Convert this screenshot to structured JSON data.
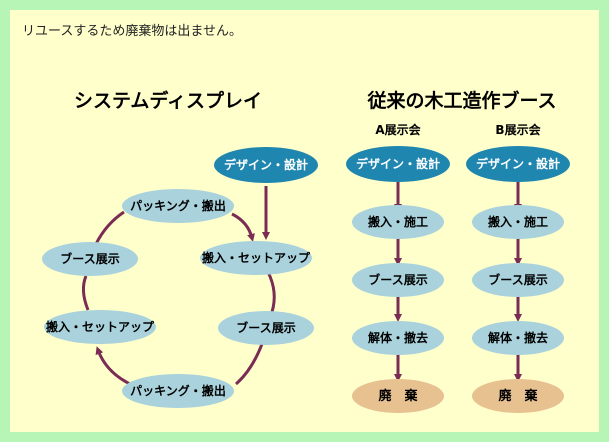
{
  "intro_text": "リユースするため廃棄物は出ません。",
  "colors": {
    "outer_bg": "#b6f5b6",
    "panel_bg": "#ffffcc",
    "design_node": "#1f86b0",
    "process_node": "#a9d2dc",
    "disposal_node": "#e8c191",
    "arrow": "#7a2c54"
  },
  "system_display": {
    "title": "システムディスプレイ",
    "nodes": {
      "design": "デザイン・設計",
      "packing_top": "パッキング・搬出",
      "booth_left": "ブース展示",
      "setup_right": "搬入・セットアップ",
      "setup_left": "搬入・セットアップ",
      "booth_right": "ブース展示",
      "packing_bottom": "パッキング・搬出"
    }
  },
  "conventional": {
    "title": "従来の木工造作ブース",
    "columns": [
      {
        "header": "A展示会",
        "steps": [
          "デザイン・設計",
          "搬入・施工",
          "ブース展示",
          "解体・撤去",
          "廃　棄"
        ]
      },
      {
        "header": "B展示会",
        "steps": [
          "デザイン・設計",
          "搬入・施工",
          "ブース展示",
          "解体・撤去",
          "廃　棄"
        ]
      }
    ]
  }
}
